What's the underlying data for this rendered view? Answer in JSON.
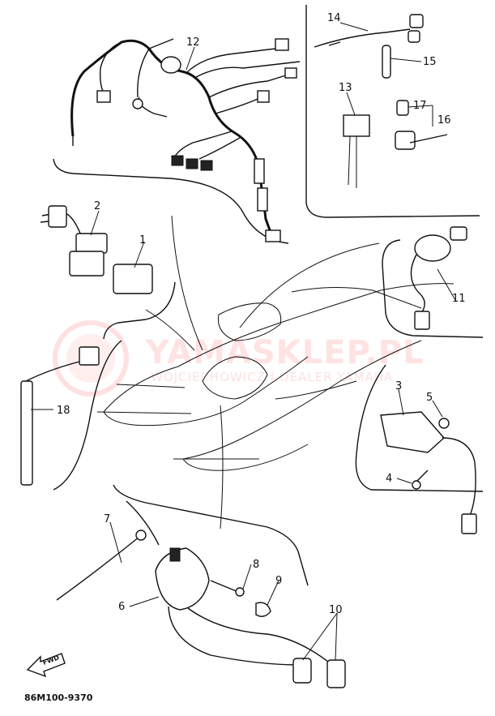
{
  "diagram": {
    "code": "86M100-9370",
    "fwd_label": "FWD",
    "watermark": {
      "main": "YAMASKLEP.PL",
      "sub": "WOJCIECHOWICZ I DEALER YAMAHA"
    },
    "callouts": {
      "c1": "1",
      "c2": "2",
      "c3": "3",
      "c4": "4",
      "c5": "5",
      "c6": "6",
      "c7": "7",
      "c8": "8",
      "c9": "9",
      "c10": "10",
      "c11": "11",
      "c12": "12",
      "c13": "13",
      "c14": "14",
      "c15": "15",
      "c16": "16",
      "c17": "17",
      "c18": "18"
    }
  }
}
